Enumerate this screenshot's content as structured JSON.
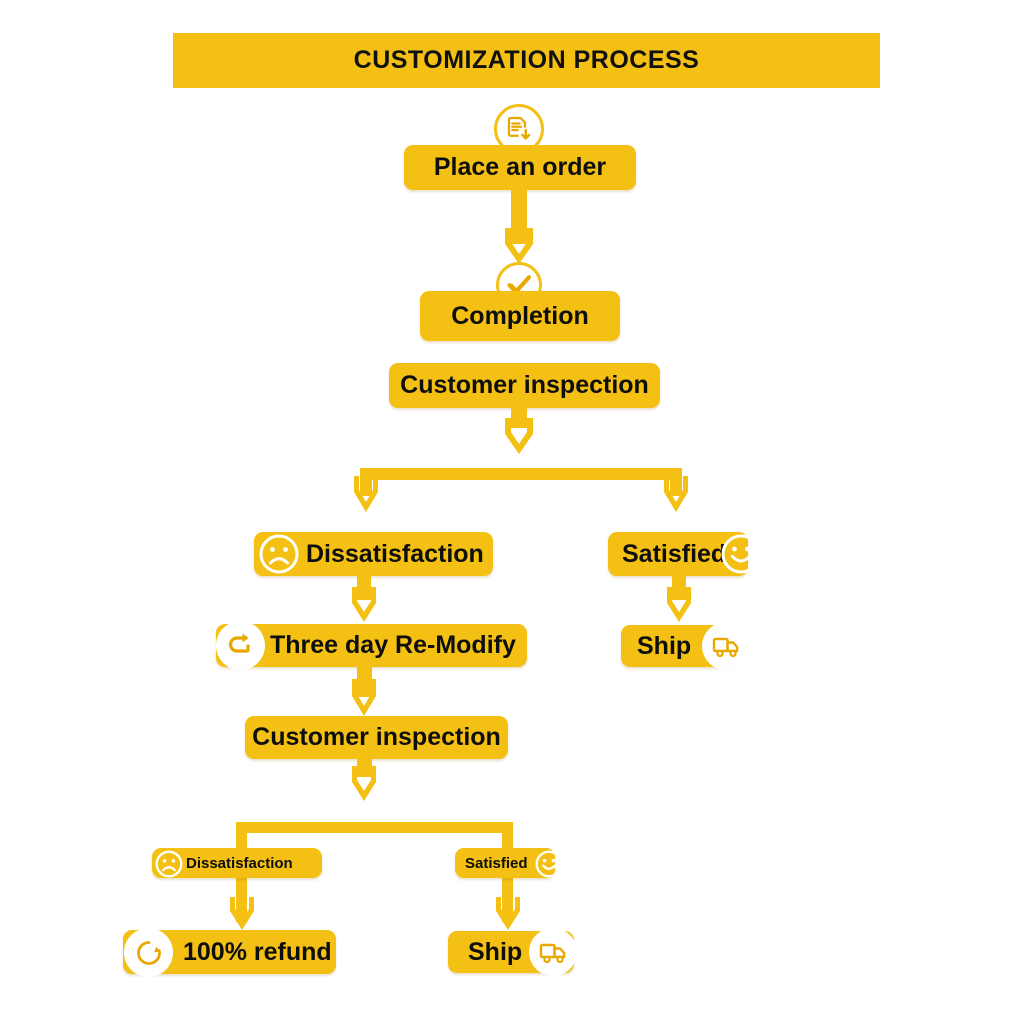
{
  "header": {
    "title": "CUSTOMIZATION PROCESS"
  },
  "colors": {
    "yellow": "#F3C013",
    "yellow_dark": "#E8A800",
    "text": "#0E0E0E",
    "background": "#FFFFFF",
    "white": "#FFFFFF"
  },
  "nodes": {
    "place_order": {
      "label": "Place an order",
      "icon": "document-download-icon"
    },
    "completion": {
      "label": "Completion",
      "icon": "check-circle-icon"
    },
    "customer_inspection_1": {
      "label": "Customer inspection",
      "icon": "none"
    },
    "dissatisfaction_1": {
      "label": "Dissatisfaction",
      "icon": "sad-face-icon"
    },
    "satisfied_1": {
      "label": "Satisfied",
      "icon": "smiley-face-icon"
    },
    "remodify": {
      "label": "Three day Re-Modify",
      "icon": "redo-arrow-icon"
    },
    "ship_1": {
      "label": "Ship",
      "icon": "delivery-truck-icon"
    },
    "customer_inspection_2": {
      "label": "Customer inspection",
      "icon": "none"
    },
    "dissatisfaction_2": {
      "label": "Dissatisfaction",
      "icon": "sad-face-icon"
    },
    "satisfied_2": {
      "label": "Satisfied",
      "icon": "smiley-face-icon"
    },
    "refund": {
      "label": "100% refund",
      "icon": "refund-circle-arrow-icon"
    },
    "ship_2": {
      "label": "Ship",
      "icon": "delivery-truck-icon"
    }
  },
  "flow": {
    "type": "flowchart",
    "orientation": "top-down",
    "steps": [
      "Place an order",
      "Completion",
      "Customer inspection",
      "Dissatisfaction",
      "Satisfied",
      "Three day Re-Modify",
      "Ship",
      "Customer inspection",
      "Dissatisfaction",
      "Satisfied",
      "100% refund",
      "Ship"
    ],
    "edges": [
      {
        "from": "Place an order",
        "to": "Completion"
      },
      {
        "from": "Completion",
        "to": "Customer inspection"
      },
      {
        "from": "Customer inspection",
        "to": "Dissatisfaction"
      },
      {
        "from": "Customer inspection",
        "to": "Satisfied"
      },
      {
        "from": "Satisfied",
        "to": "Ship"
      },
      {
        "from": "Dissatisfaction",
        "to": "Three day Re-Modify"
      },
      {
        "from": "Three day Re-Modify",
        "to": "Customer inspection"
      },
      {
        "from": "Customer inspection",
        "to": "Dissatisfaction"
      },
      {
        "from": "Customer inspection",
        "to": "Satisfied"
      },
      {
        "from": "Dissatisfaction",
        "to": "100% refund"
      },
      {
        "from": "Satisfied",
        "to": "Ship"
      }
    ]
  }
}
